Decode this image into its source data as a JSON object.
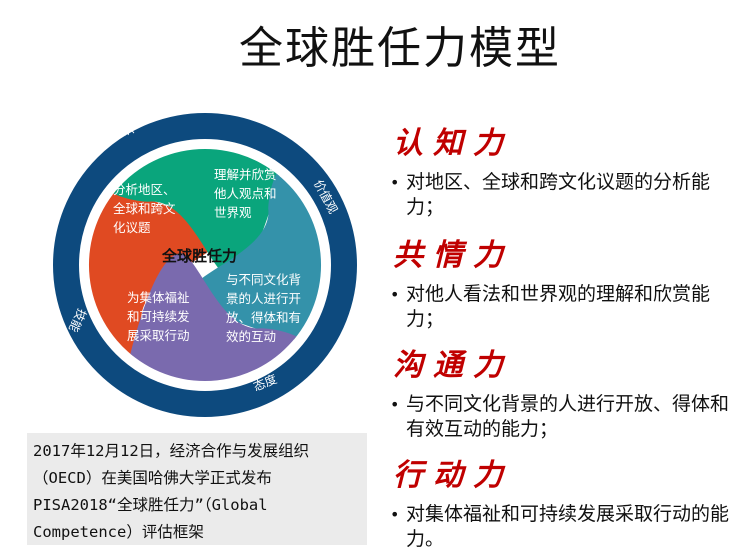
{
  "title": "全球胜任力模型",
  "diagram": {
    "center_label": "全球胜任力",
    "ring_color": "#0d4a7e",
    "ring_labels": {
      "knowledge": "知识",
      "values": "价值观",
      "attitude": "态度",
      "skills": "技能"
    },
    "petals": [
      {
        "text": "分析地区、\n全球和跨文\n化议题",
        "color": "#e04a22"
      },
      {
        "text": "理解并欣赏\n他人观点和\n世界观",
        "color": "#0aa57c"
      },
      {
        "text": "与不同文化背\n景的人进行开\n放、得体和有\n效的互动",
        "color": "#3492aa"
      },
      {
        "text": "为集体福祉\n和可持续发\n展采取行动",
        "color": "#7a6aae"
      }
    ]
  },
  "sections": [
    {
      "heading": "认知力",
      "bullet": "对地区、全球和跨文化议题的分析能力；"
    },
    {
      "heading": "共情力",
      "bullet": "对他人看法和世界观的理解和欣赏能力；"
    },
    {
      "heading": "沟通力",
      "bullet": "与不同文化背景的人进行开放、得体和有效互动的能力；"
    },
    {
      "heading": "行动力",
      "bullet": "对集体福祉和可持续发展采取行动的能力。"
    }
  ],
  "note": "2017年12月12日，经济合作与发展组织（OECD）在美国哈佛大学正式发布PISA2018“全球胜任力”（Global Competence）评估框架",
  "heading_color": "#c00000"
}
